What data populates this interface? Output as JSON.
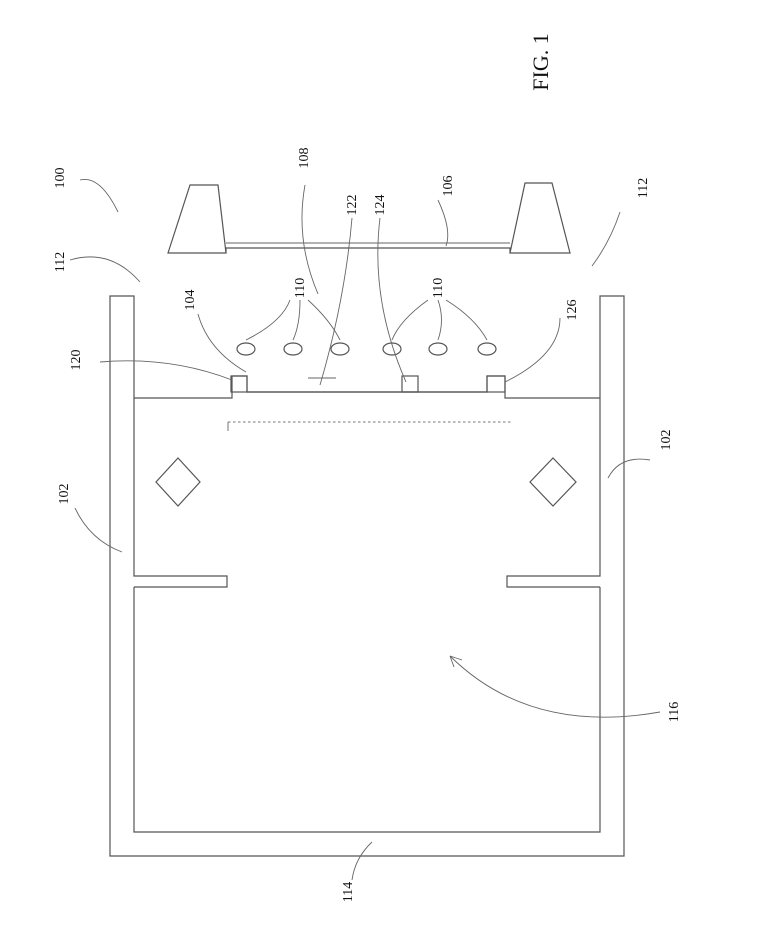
{
  "figure": {
    "title": "FIG. 1"
  },
  "refs": {
    "r100": "100",
    "r102a": "102",
    "r102b": "102",
    "r104": "104",
    "r106": "106",
    "r108": "108",
    "r110a": "110",
    "r110b": "110",
    "r112a": "112",
    "r112b": "112",
    "r114": "114",
    "r116": "116",
    "r120": "120",
    "r122": "122",
    "r124": "124",
    "r126": "126"
  }
}
